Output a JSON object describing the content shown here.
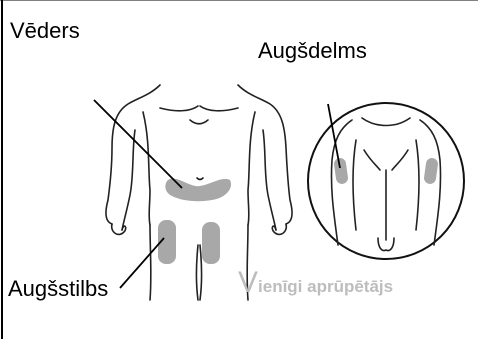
{
  "labels": {
    "abdomen": "Vēders",
    "upper_arm": "Augšdelms",
    "thigh": "Augšstilbs",
    "caregiver_first": "V",
    "caregiver_rest": "ienīgi aprūpētājs"
  },
  "colors": {
    "injection_zone": "#a8a8a8",
    "outline": "#222222",
    "caregiver_text": "#bdbdbd"
  }
}
